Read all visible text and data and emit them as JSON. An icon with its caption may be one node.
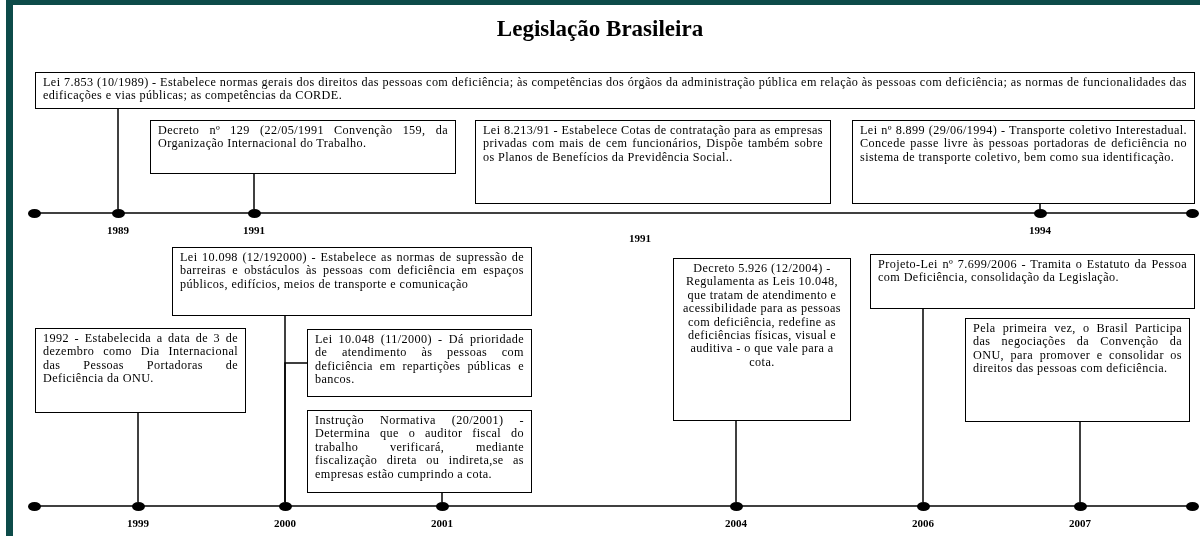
{
  "diagram": {
    "title": "Legislação Brasileira",
    "nodes": [
      {
        "text": [
          "Lei 7.853 (10/1989) - Estabelece normas gerais dos direitos das pessoas com deficiência; às competências dos órgãos da administração pública em relação às pessoas com deficiência; as normas de funcionalidades das edificações e vias públicas; as competências da CORDE."
        ]
      },
      {
        "text": [
          "Decreto nº 129 (22/05/1991 Convenção 159, da Organização Internacional do Trabalho."
        ]
      },
      {
        "text": [
          "Lei 8.213/91 - Estabelece Cotas de contratação para as empresas privadas com mais de cem funcionários, Dispõe também sobre os Planos de Benefícios da Previdência Social.."
        ]
      },
      {
        "text": [
          "Lei nº 8.899 (29/06/1994) - Transporte coletivo Interestadual. Concede passe livre às pessoas portadoras de deficiência no sistema de transporte coletivo, bem como sua identificação."
        ]
      },
      {
        "text": [],
        "shape": "circle"
      },
      {
        "text": [],
        "shape": "circle",
        "beside": [
          "1989"
        ]
      },
      {
        "text": [],
        "shape": "circle",
        "beside": [
          "1991"
        ]
      },
      {
        "text": [],
        "shape": "circle",
        "beside": [
          "1994"
        ]
      },
      {
        "text": [],
        "shape": "circle"
      },
      {
        "text": [
          "Lei 10.098 (12/192000) - Estabelece as normas de supressão de barreiras e obstáculos às pessoas com deficiência em espaços públicos, edifícios, meios de transporte e comunicação"
        ]
      },
      {
        "text": [
          "Decreto 5.926 (12/2004) - Regulamenta as Leis 10.048, que tratam de atendimento e acessibilidade para as pessoas com deficiência, redefine as deficiências físicas, visual e auditiva - o que vale para a cota."
        ]
      },
      {
        "text": [
          "Projeto-Lei nº 7.699/2006 - Tramita o Estatuto da Pessoa com Deficiência, consolidação da Legislação."
        ]
      },
      {
        "text": [
          "1992 - Estabelecida a data de 3 de dezembro como Dia Internacional das Pessoas Portadoras de Deficiência da ONU."
        ]
      },
      {
        "text": [
          "Lei 10.048 (11/2000) - Dá prioridade de atendimento às pessoas com deficiência em repartições públicas e bancos."
        ]
      },
      {
        "text": [
          "Pela primeira vez, o Brasil Participa das negociações da Convenção da ONU, para promover e consolidar os direitos das pessoas com deficiência."
        ]
      },
      {
        "text": [
          "Instrução Normativa (20/2001) - Determina que o auditor fiscal do trabalho verificará, mediante fiscalização direta ou indireta,se as empresas estão cumprindo a cota."
        ]
      },
      {
        "text": [],
        "shape": "circle"
      },
      {
        "text": [],
        "shape": "circle",
        "beside": [
          "1999"
        ]
      },
      {
        "text": [],
        "shape": "circle",
        "beside": [
          "2000"
        ]
      },
      {
        "text": [],
        "shape": "circle",
        "beside": [
          "2001"
        ]
      },
      {
        "text": [],
        "shape": "circle",
        "beside": [
          "2004"
        ]
      },
      {
        "text": [],
        "shape": "circle",
        "beside": [
          "2006"
        ]
      },
      {
        "text": [],
        "shape": "circle",
        "beside": [
          "2007"
        ]
      },
      {
        "text": [],
        "shape": "circle"
      }
    ],
    "edges": [
      {
        "from": 0,
        "to": 5,
        "arrow": "none"
      },
      {
        "from": 1,
        "to": 6,
        "arrow": "none"
      },
      {
        "from": 3,
        "to": 7,
        "arrow": "none"
      },
      {
        "from": 12,
        "to": 17,
        "arrow": "none"
      },
      {
        "from": 9,
        "to": 18,
        "arrow": "none"
      },
      {
        "from": 13,
        "to": 18,
        "arrow": "none"
      },
      {
        "from": 15,
        "to": 19,
        "arrow": "none"
      },
      {
        "from": 10,
        "to": 20,
        "arrow": "none"
      },
      {
        "from": 11,
        "to": 21,
        "arrow": "none"
      },
      {
        "from": 14,
        "to": 22,
        "arrow": "none"
      }
    ],
    "labels": [
      "1991"
    ]
  }
}
